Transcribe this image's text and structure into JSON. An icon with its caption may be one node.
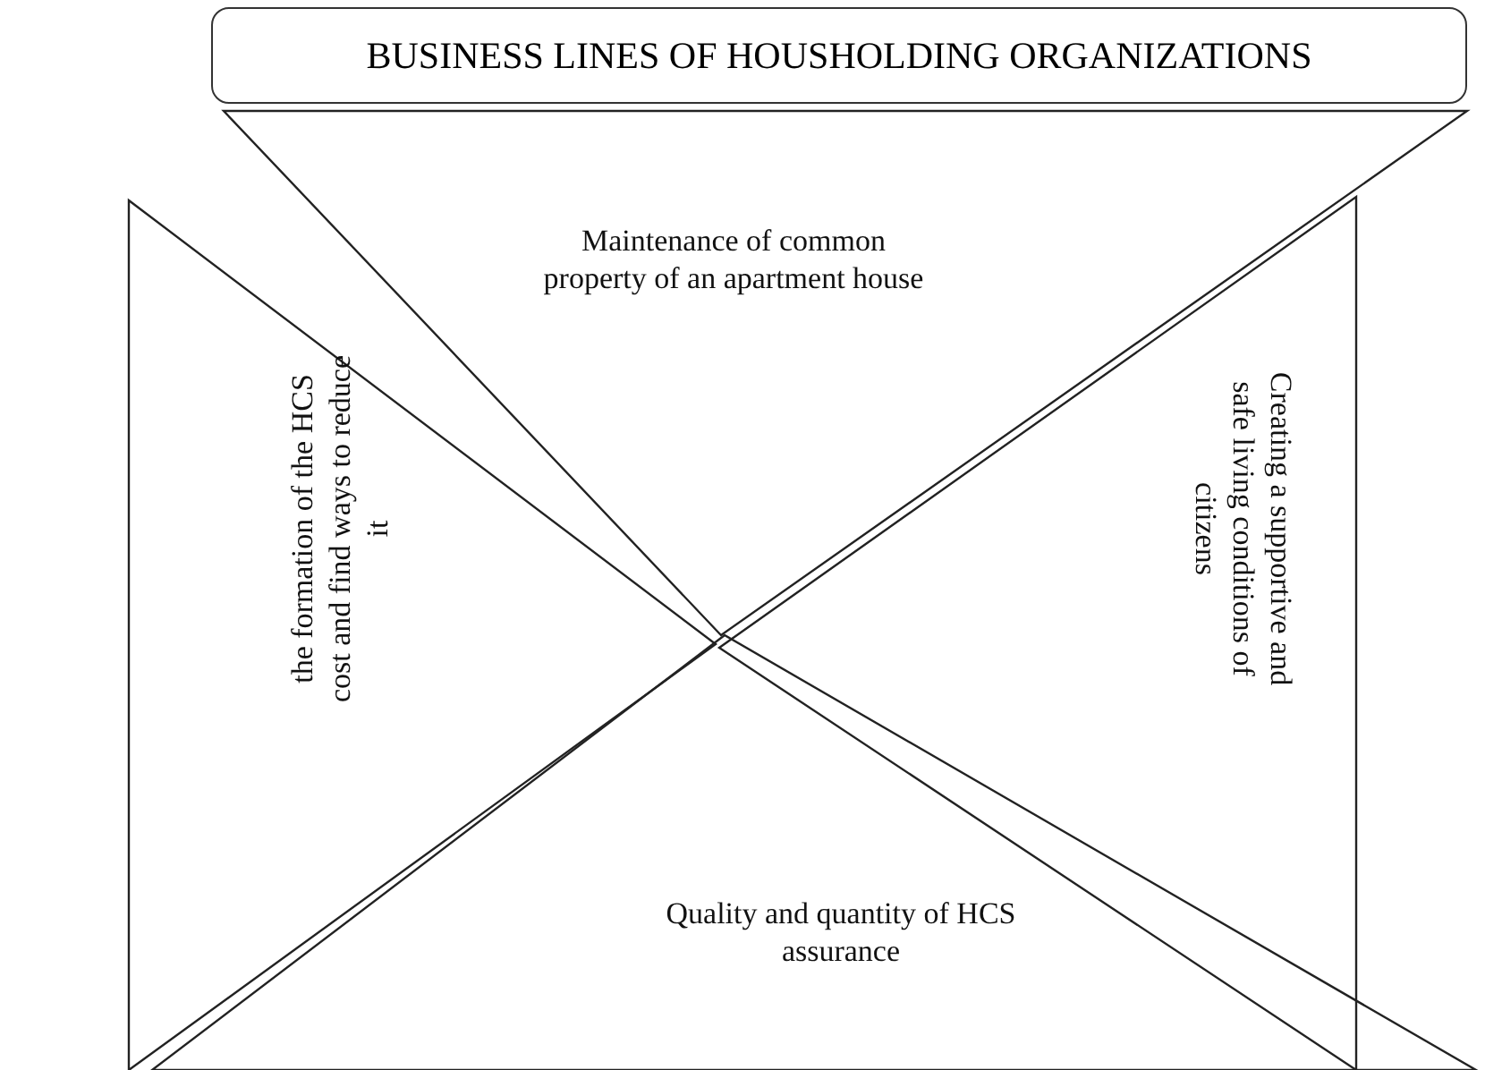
{
  "diagram": {
    "nodes": [
      {
        "text": [
          "BUSINESS LINES OF HOUSHOLDING ORGANIZATIONS"
        ]
      },
      {
        "text": [
          "Maintenance of common property of an apartment house"
        ]
      },
      {
        "text": [
          "the formation of the HCS cost and find ways to reduce it"
        ]
      },
      {
        "text": [
          "Creating a supportive and safe living conditions of citizens"
        ]
      },
      {
        "text": [
          "Quality and quantity of HCS assurance"
        ]
      }
    ]
  }
}
